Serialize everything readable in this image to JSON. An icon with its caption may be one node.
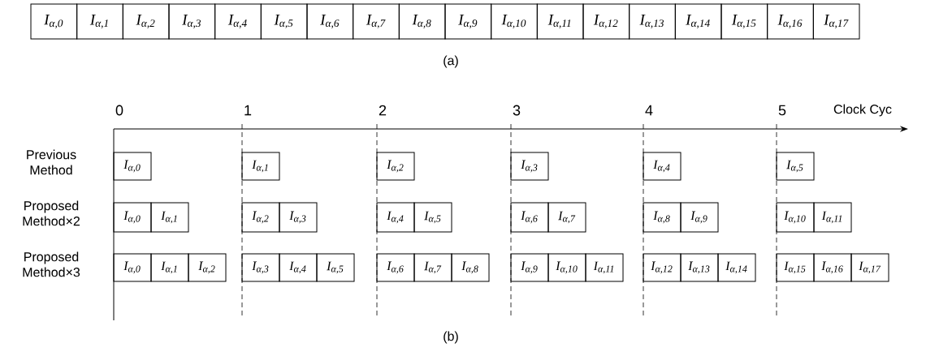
{
  "diagram": {
    "nodes": [
      {
        "text": [
          "I$_{α,0}$"
        ]
      },
      {
        "text": [
          "I$_{α,1}$"
        ]
      },
      {
        "text": [
          "I$_{α,2}$"
        ]
      },
      {
        "text": [
          "I$_{α,3}$"
        ]
      },
      {
        "text": [
          "I$_{α,4}$"
        ]
      },
      {
        "text": [
          "I$_{α,5}$"
        ]
      },
      {
        "text": [
          "I$_{α,6}$"
        ]
      },
      {
        "text": [
          "I$_{α,7}$"
        ]
      },
      {
        "text": [
          "I$_{α,8}$"
        ]
      },
      {
        "text": [
          "I$_{α,9}$"
        ]
      },
      {
        "text": [
          "I$_{α,10}$"
        ]
      },
      {
        "text": [
          "I$_{α,11}$"
        ]
      },
      {
        "text": [
          "I$_{α,12}$"
        ]
      },
      {
        "text": [
          "I$_{α,13}$"
        ]
      },
      {
        "text": [
          "I$_{α,14}$"
        ]
      },
      {
        "text": [
          "I$_{α,15}$"
        ]
      },
      {
        "text": [
          "I$_{α,16}$"
        ]
      },
      {
        "text": [
          "I$_{α,17}$"
        ]
      },
      {
        "text": [
          "I$_{α,0}$"
        ]
      },
      {
        "text": [
          "I$_{α,1}$"
        ]
      },
      {
        "text": [
          "I$_{α,2}$"
        ]
      },
      {
        "text": [
          "I$_{α,3}$"
        ]
      },
      {
        "text": [
          "I$_{α,4}$"
        ]
      },
      {
        "text": [
          "I$_{α,5}$"
        ]
      },
      {
        "text": [
          "I$_{α,0}$"
        ]
      },
      {
        "text": [
          "I$_{α,1}$"
        ]
      },
      {
        "text": [
          "I$_{α,2}$"
        ]
      },
      {
        "text": [
          "I$_{α,3}$"
        ]
      },
      {
        "text": [
          "I$_{α,4}$"
        ]
      },
      {
        "text": [
          "I$_{α,5}$"
        ]
      },
      {
        "text": [
          "I$_{α,6}$"
        ]
      },
      {
        "text": [
          "I$_{α,7}$"
        ]
      },
      {
        "text": [
          "I$_{α,8}$"
        ]
      },
      {
        "text": [
          "I$_{α,9}$"
        ]
      },
      {
        "text": [
          "I$_{α,10}$"
        ]
      },
      {
        "text": [
          "I$_{α,11}$"
        ]
      },
      {
        "text": [
          "I$_{α,0}$"
        ]
      },
      {
        "text": [
          "I$_{α,1}$"
        ]
      },
      {
        "text": [
          "I$_{α,2}$"
        ]
      },
      {
        "text": [
          "I$_{α,3}$"
        ]
      },
      {
        "text": [
          "I$_{α,4}$"
        ]
      },
      {
        "text": [
          "I$_{α,5}$"
        ]
      },
      {
        "text": [
          "I$_{α,6}$"
        ]
      },
      {
        "text": [
          "I$_{α,7}$"
        ]
      },
      {
        "text": [
          "I$_{α,8}$"
        ]
      },
      {
        "text": [
          "I$_{α,9}$"
        ]
      },
      {
        "text": [
          "I$_{α,10}$"
        ]
      },
      {
        "text": [
          "I$_{α,11}$"
        ]
      },
      {
        "text": [
          "I$_{α,12}$"
        ]
      },
      {
        "text": [
          "I$_{α,13}$"
        ]
      },
      {
        "text": [
          "I$_{α,14}$"
        ]
      },
      {
        "text": [
          "I$_{α,15}$"
        ]
      },
      {
        "text": [
          "I$_{α,16}$"
        ]
      },
      {
        "text": [
          "I$_{α,17}$"
        ]
      }
    ],
    "labels": [
      "(a)",
      "0",
      "1",
      "2",
      "3",
      "4",
      "5",
      "Clock Cyc",
      "Previous Method",
      "Proposed Method×2",
      "Proposed Method×3",
      "(b)"
    ]
  }
}
